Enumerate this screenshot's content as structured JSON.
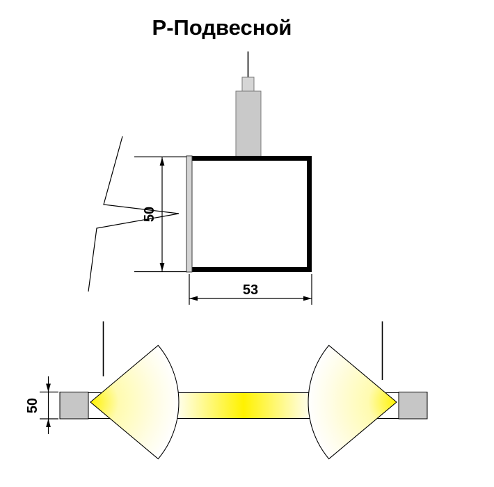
{
  "title": "Р-Подвесной",
  "top_view": {
    "height_dim": "50",
    "width_dim": "53"
  },
  "side_view": {
    "height_dim": "50"
  },
  "colors": {
    "metal_gray": "#c9c9c9",
    "connector_gray": "#d6d6d6",
    "slot_gray": "#d4d4d4",
    "cap_gray": "#c6c6c6",
    "glow_core": "#fff200",
    "glow_mid": "#fffbb0",
    "glow_edge": "#ffffff"
  }
}
